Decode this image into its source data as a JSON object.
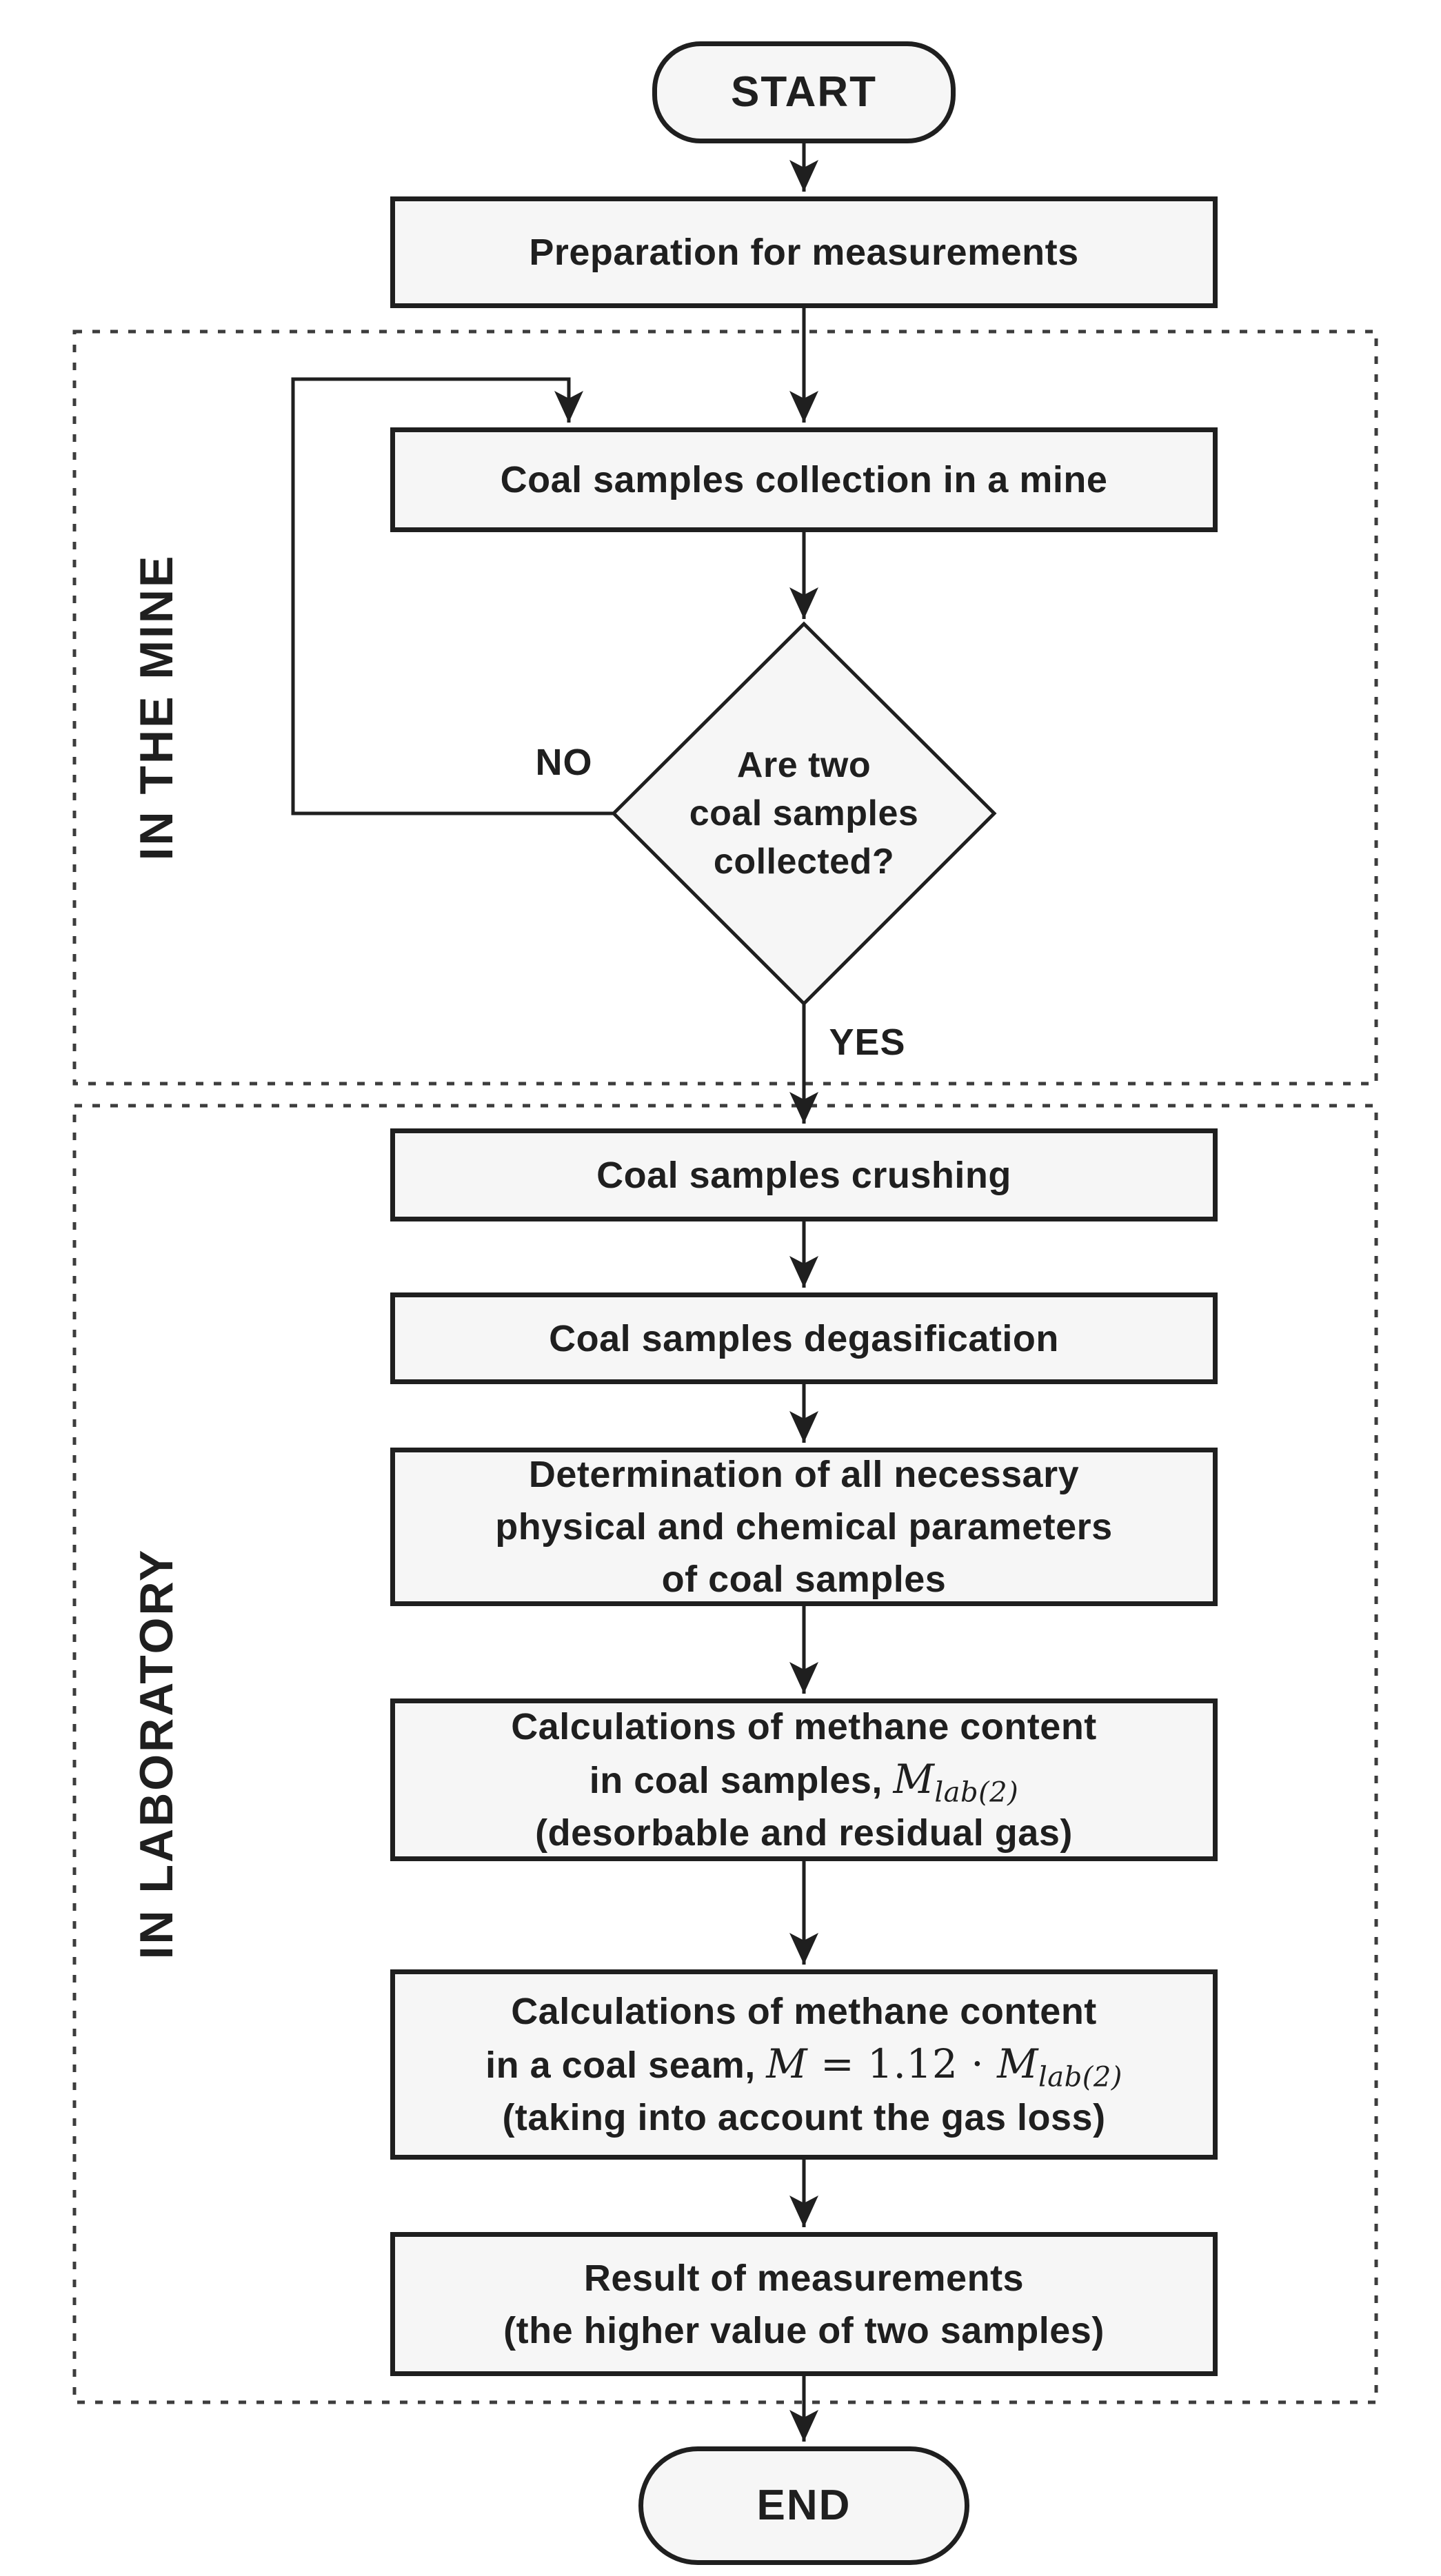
{
  "flowchart": {
    "start_label": "START",
    "end_label": "END",
    "regions": {
      "mine": {
        "label": "IN THE MINE"
      },
      "laboratory": {
        "label": "IN LABORATORY"
      }
    },
    "branch_labels": {
      "no": "NO",
      "yes": "YES"
    },
    "nodes": {
      "preparation": {
        "text": "Preparation for measurements"
      },
      "collection": {
        "text": "Coal samples collection in a mine"
      },
      "decision": {
        "line1": "Are two",
        "line2": "coal samples",
        "line3": "collected?"
      },
      "crushing": {
        "text": "Coal samples crushing"
      },
      "degasification": {
        "text": "Coal samples degasification"
      },
      "determination": {
        "line1": "Determination of all necessary",
        "line2": "physical and chemical parameters",
        "line3": "of coal samples"
      },
      "methane_in_samples": {
        "line1": "Calculations of methane content",
        "line2_prefix": "in coal samples, ",
        "formula": {
          "var": "M",
          "sub": "lab(2)"
        },
        "line3": "(desorbable and residual gas)"
      },
      "methane_in_seam": {
        "line1": "Calculations of methane content",
        "line2_prefix": "in a coal seam, ",
        "formula": {
          "var1": "M",
          "mid": " = 1.12 · ",
          "var2": "M",
          "sub": "lab(2)"
        },
        "line3": "(taking into account the gas loss)"
      },
      "result": {
        "line1": "Result of measurements",
        "line2": "(the higher value of two samples)"
      }
    },
    "colors": {
      "line": "#1f1f1f",
      "box_fill": "#f6f6f6",
      "background": "#ffffff",
      "dash": "#3d3d3d"
    }
  }
}
